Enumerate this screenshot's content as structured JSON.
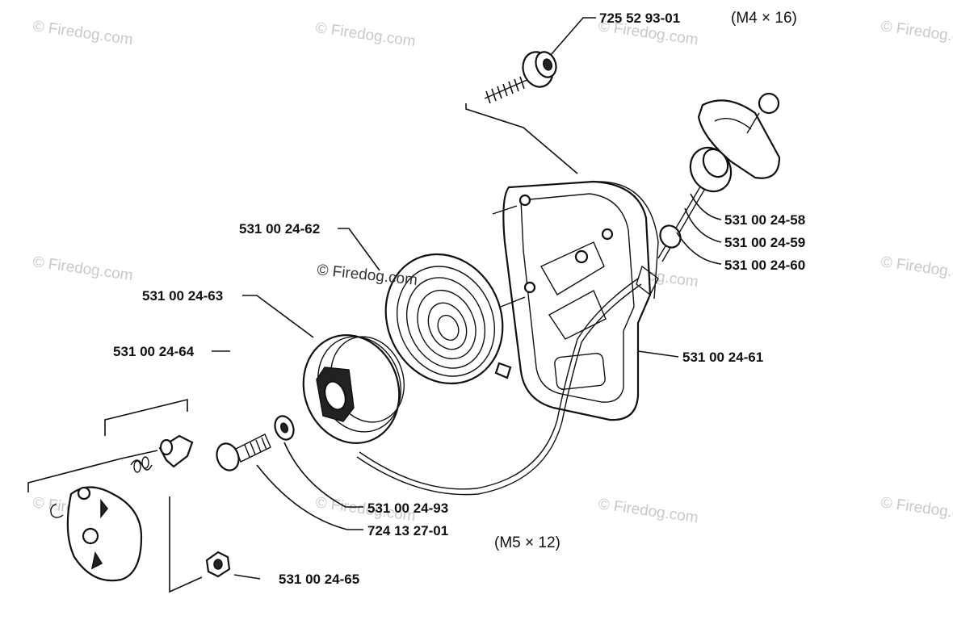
{
  "diagram": {
    "part_numbers": {
      "bolt_top": "725 52 93-01",
      "handle": "531 00 24-58",
      "handle_insert": "531 00 24-59",
      "cord": "531 00 24-60",
      "housing": "531 00 24-61",
      "spring": "531 00 24-62",
      "pulley": "531 00 24-63",
      "pawl_kit": "531 00 24-64",
      "nut": "531 00 24-65",
      "washer": "531 00 24-93",
      "screw": "724 13 27-01"
    },
    "specs": {
      "top_bolt_size": "(M4 × 16)",
      "screw_size": "(M5 × 12)"
    },
    "watermark": "© Firedog.com"
  }
}
